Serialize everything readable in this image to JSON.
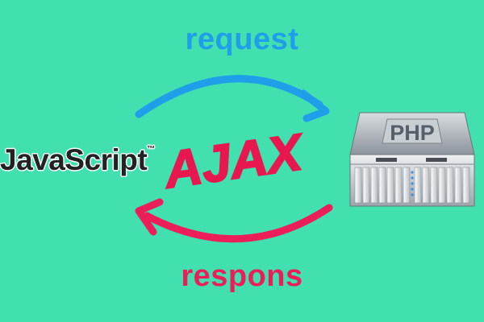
{
  "labels": {
    "request": "request",
    "response": "respons",
    "client": "JavaScript",
    "client_mark": "™",
    "ajax_logo": "AJAX",
    "server_plate": "PHP"
  },
  "colors": {
    "background": "#41e0ae",
    "request_arrow": "#1f9fea",
    "response_arrow": "#ec1e5a",
    "ajax_logo": "#e8174f",
    "client_text": "#222222"
  },
  "icons": [
    "server-icon",
    "request-arrow-icon",
    "response-arrow-icon"
  ]
}
